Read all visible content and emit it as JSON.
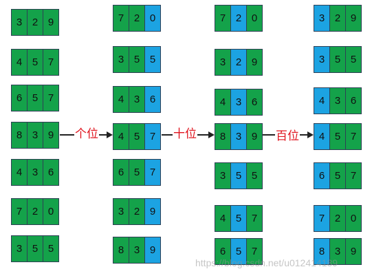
{
  "colors": {
    "unsorted": "#14a24a",
    "active_digit": "#1ca3e2",
    "label": "#e0141e"
  },
  "columns": [
    {
      "name": "initial",
      "highlight": null,
      "rows": [
        [
          "3",
          "2",
          "9"
        ],
        [
          "4",
          "5",
          "7"
        ],
        [
          "6",
          "5",
          "7"
        ],
        [
          "8",
          "3",
          "9"
        ],
        [
          "4",
          "3",
          "6"
        ],
        [
          "7",
          "2",
          "0"
        ],
        [
          "3",
          "5",
          "5"
        ]
      ]
    },
    {
      "name": "by-ones",
      "highlight": 2,
      "rows": [
        [
          "7",
          "2",
          "0"
        ],
        [
          "3",
          "5",
          "5"
        ],
        [
          "4",
          "3",
          "6"
        ],
        [
          "4",
          "5",
          "7"
        ],
        [
          "6",
          "5",
          "7"
        ],
        [
          "3",
          "2",
          "9"
        ],
        [
          "8",
          "3",
          "9"
        ]
      ]
    },
    {
      "name": "by-tens",
      "highlight": 1,
      "rows": [
        [
          "7",
          "2",
          "0"
        ],
        [
          "3",
          "2",
          "9"
        ],
        [
          "4",
          "3",
          "6"
        ],
        [
          "8",
          "3",
          "9"
        ],
        [
          "3",
          "5",
          "5"
        ],
        [
          "4",
          "5",
          "7"
        ],
        [
          "6",
          "5",
          "7"
        ]
      ]
    },
    {
      "name": "by-hundreds",
      "highlight": 0,
      "rows": [
        [
          "3",
          "2",
          "9"
        ],
        [
          "3",
          "5",
          "5"
        ],
        [
          "4",
          "3",
          "6"
        ],
        [
          "4",
          "5",
          "7"
        ],
        [
          "6",
          "5",
          "7"
        ],
        [
          "7",
          "2",
          "0"
        ],
        [
          "8",
          "3",
          "9"
        ]
      ]
    }
  ],
  "steps": [
    {
      "label": "个位"
    },
    {
      "label": "十位"
    },
    {
      "label": "百位"
    }
  ],
  "watermark": "https://blog.csdn.net/u012414189"
}
